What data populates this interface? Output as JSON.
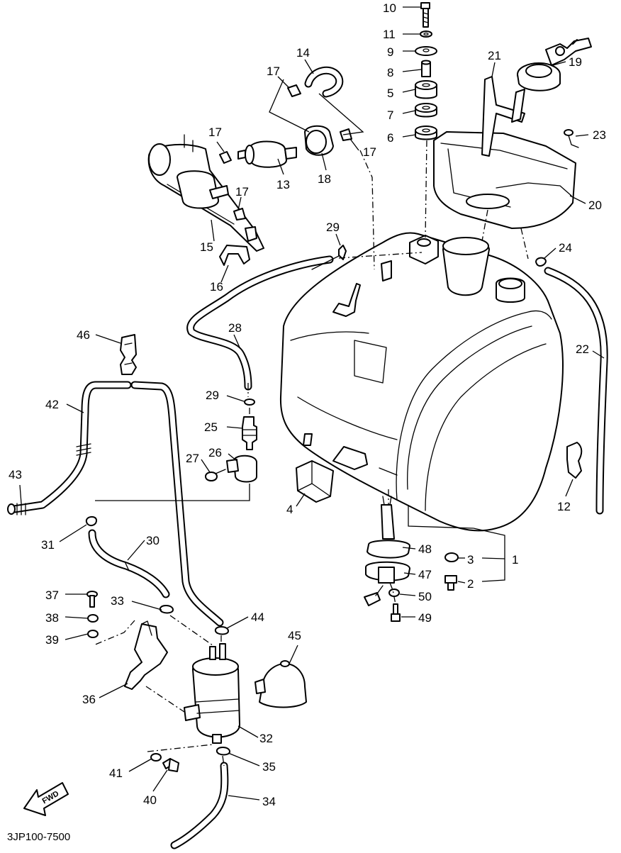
{
  "diagram_code": "3JP100-7500",
  "fwd_label": "FWD",
  "callouts": {
    "c1": "1",
    "c2": "2",
    "c3": "3",
    "c4": "4",
    "c5": "5",
    "c6": "6",
    "c7": "7",
    "c8": "8",
    "c9": "9",
    "c10": "10",
    "c11": "11",
    "c12": "12",
    "c13": "13",
    "c14": "14",
    "c15": "15",
    "c16": "16",
    "c17": "17",
    "c18": "18",
    "c19": "19",
    "c20": "20",
    "c21": "21",
    "c22": "22",
    "c23": "23",
    "c24": "24",
    "c25": "25",
    "c26": "26",
    "c27": "27",
    "c28": "28",
    "c29": "29",
    "c30": "30",
    "c31": "31",
    "c32": "32",
    "c33": "33",
    "c34": "34",
    "c35": "35",
    "c36": "36",
    "c37": "37",
    "c38": "38",
    "c39": "39",
    "c40": "40",
    "c41": "41",
    "c42": "42",
    "c43": "43",
    "c44": "44",
    "c45": "45",
    "c46": "46",
    "c47": "47",
    "c48": "48",
    "c49": "49",
    "c50": "50"
  }
}
